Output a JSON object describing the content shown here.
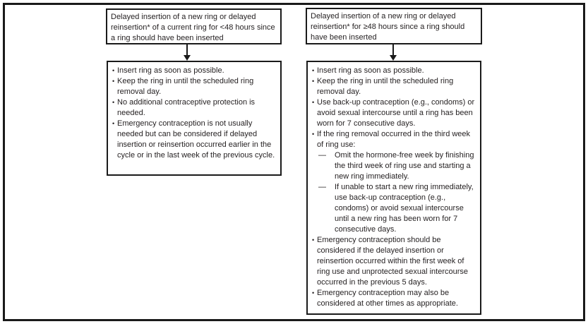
{
  "colors": {
    "border": "#1a1a1a",
    "text": "#231f20",
    "background": "#ffffff"
  },
  "columns": [
    {
      "id": "delayed-under-48-hours",
      "header": "Delayed insertion of a new ring or delayed reinsertion* of a current ring for <48 hours since a ring should have been inserted",
      "bullets": [
        {
          "level": 1,
          "marker": "•",
          "text": "Insert ring as soon as possible."
        },
        {
          "level": 1,
          "marker": "•",
          "text": "Keep the ring in until the scheduled ring removal day."
        },
        {
          "level": 1,
          "marker": "•",
          "text": "No additional contraceptive protection is needed."
        },
        {
          "level": 1,
          "marker": "•",
          "text": "Emergency contraception is not usually needed but can be considered if delayed insertion or reinsertion occurred earlier in the cycle or in the last week of the previous cycle."
        }
      ]
    },
    {
      "id": "delayed-48-hours-or-more",
      "header": "Delayed insertion of a new ring or delayed reinsertion* for ≥48 hours since a ring should have been inserted",
      "bullets": [
        {
          "level": 1,
          "marker": "•",
          "text": "Insert ring as soon as possible."
        },
        {
          "level": 1,
          "marker": "•",
          "text": "Keep the ring in until the scheduled ring removal day."
        },
        {
          "level": 1,
          "marker": "•",
          "text": "Use back-up contraception (e.g., condoms) or avoid sexual intercourse until a ring has been worn for 7 consecutive days."
        },
        {
          "level": 1,
          "marker": "•",
          "text": "If the ring removal occurred in the third week of ring use:"
        },
        {
          "level": 2,
          "marker": "—",
          "text": "Omit the hormone-free week by finishing the third week of ring use and starting a new ring immediately."
        },
        {
          "level": 2,
          "marker": "—",
          "text": "If unable to start a new ring immediately, use back-up contraception (e.g., condoms) or avoid sexual intercourse until a new ring has been worn for 7 consecutive days."
        },
        {
          "level": 1,
          "marker": "•",
          "text": "Emergency contraception should be considered if the delayed insertion or reinsertion occurred within the first week of ring use and unprotected sexual intercourse occurred in the previous 5 days."
        },
        {
          "level": 1,
          "marker": "•",
          "text": "Emergency contraception may also be considered at other times as appropriate."
        }
      ]
    }
  ]
}
